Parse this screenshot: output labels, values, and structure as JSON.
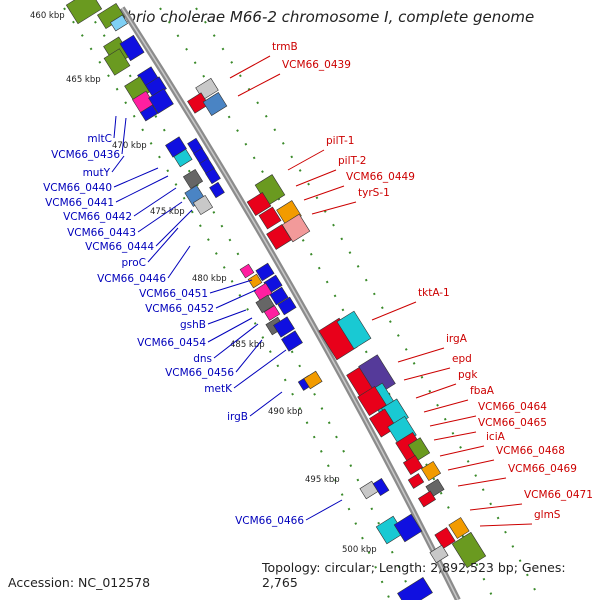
{
  "title": "Vibrio cholerae M66-2 chromosome I, complete genome",
  "footer": {
    "accession": "Accession: NC_012578",
    "topology": "Topology: circular; Length: 2,892,523 bp; Genes: 2,765"
  },
  "colors": {
    "backbone": "#8c8c8c",
    "tick_dots": "#3a8a2a",
    "label_forward": "#cc0000",
    "label_reverse": "#0000bb"
  },
  "scale_labels": [
    "460 kbp",
    "465 kbp",
    "470 kbp",
    "475 kbp",
    "480 kbp",
    "485 kbp",
    "490 kbp",
    "495 kbp",
    "500 kbp"
  ],
  "gene_labels_forward": [
    "trmB",
    "VCM66_0439",
    "pilT-1",
    "pilT-2",
    "VCM66_0449",
    "tyrS-1",
    "tktA-1",
    "irgA",
    "epd",
    "pgk",
    "fbaA",
    "VCM66_0464",
    "VCM66_0465",
    "iciA",
    "VCM66_0468",
    "VCM66_0469",
    "VCM66_0471",
    "glmS"
  ],
  "gene_labels_reverse": [
    "mltC",
    "VCM66_0436",
    "mutY",
    "VCM66_0440",
    "VCM66_0441",
    "VCM66_0442",
    "VCM66_0443",
    "VCM66_0444",
    "proC",
    "VCM66_0446",
    "VCM66_0451",
    "VCM66_0452",
    "gshB",
    "VCM66_0454",
    "dns",
    "VCM66_0456",
    "metK",
    "irgB",
    "VCM66_0466"
  ]
}
